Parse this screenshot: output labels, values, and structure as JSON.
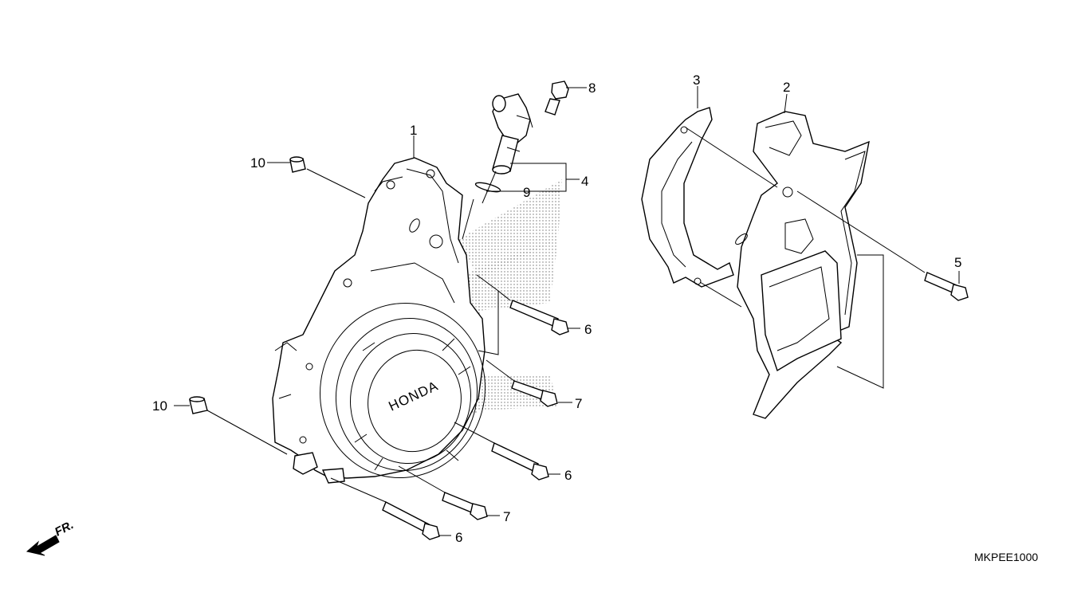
{
  "callouts": [
    {
      "id": "1",
      "text": "1"
    },
    {
      "id": "2",
      "text": "2"
    },
    {
      "id": "3",
      "text": "3"
    },
    {
      "id": "4",
      "text": "4"
    },
    {
      "id": "5",
      "text": "5"
    },
    {
      "id": "6a",
      "text": "6"
    },
    {
      "id": "6b",
      "text": "6"
    },
    {
      "id": "6c",
      "text": "6"
    },
    {
      "id": "7a",
      "text": "7"
    },
    {
      "id": "7b",
      "text": "7"
    },
    {
      "id": "8",
      "text": "8"
    },
    {
      "id": "9",
      "text": "9"
    },
    {
      "id": "10a",
      "text": "10"
    },
    {
      "id": "10b",
      "text": "10"
    }
  ],
  "front_indicator": "FR.",
  "cover_logo": "HONDA",
  "diagram_code": "MKPEE1000"
}
